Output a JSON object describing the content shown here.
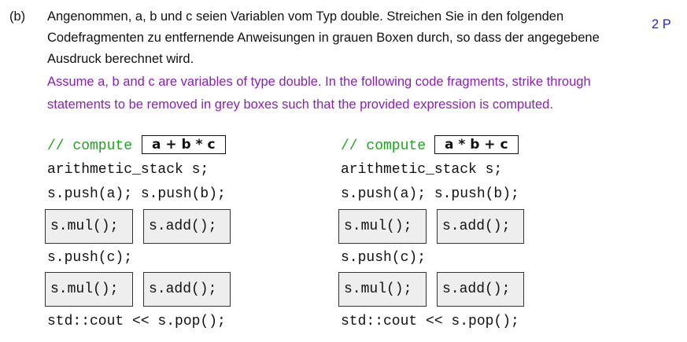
{
  "part_label": "(b)",
  "points": "2 P",
  "german_lines": [
    "Angenommen, a, b und c seien Variablen vom Typ double.  Streichen Sie in den folgenden",
    "Codefragmenten zu entfernende Anweisungen in grauen Boxen durch, so dass der angegebene",
    "Ausdruck berechnet wird."
  ],
  "english_lines": [
    "Assume a, b and c are variables of type double.  In the following code fragments, strike through",
    "statements to be removed in grey boxes such that the provided expression is computed."
  ],
  "fragments": [
    {
      "comment": "// compute",
      "expression": "a + b * c",
      "decl": "arithmetic_stack s;",
      "push_ab": "s.push(a); s.push(b);",
      "box1": [
        "s.mul();",
        "s.add();"
      ],
      "push_c": "s.push(c);",
      "box2": [
        "s.mul();",
        "s.add();"
      ],
      "output": "std::cout << s.pop();"
    },
    {
      "comment": "// compute",
      "expression": "a * b + c",
      "decl": "arithmetic_stack s;",
      "push_ab": "s.push(a); s.push(b);",
      "box1": [
        "s.mul();",
        "s.add();"
      ],
      "push_c": "s.push(c);",
      "box2": [
        "s.mul();",
        "s.add();"
      ],
      "output": "std::cout << s.pop();"
    }
  ],
  "colors": {
    "english": "#8a1fb8",
    "comment": "#1fa31f",
    "points": "#2222dd"
  }
}
